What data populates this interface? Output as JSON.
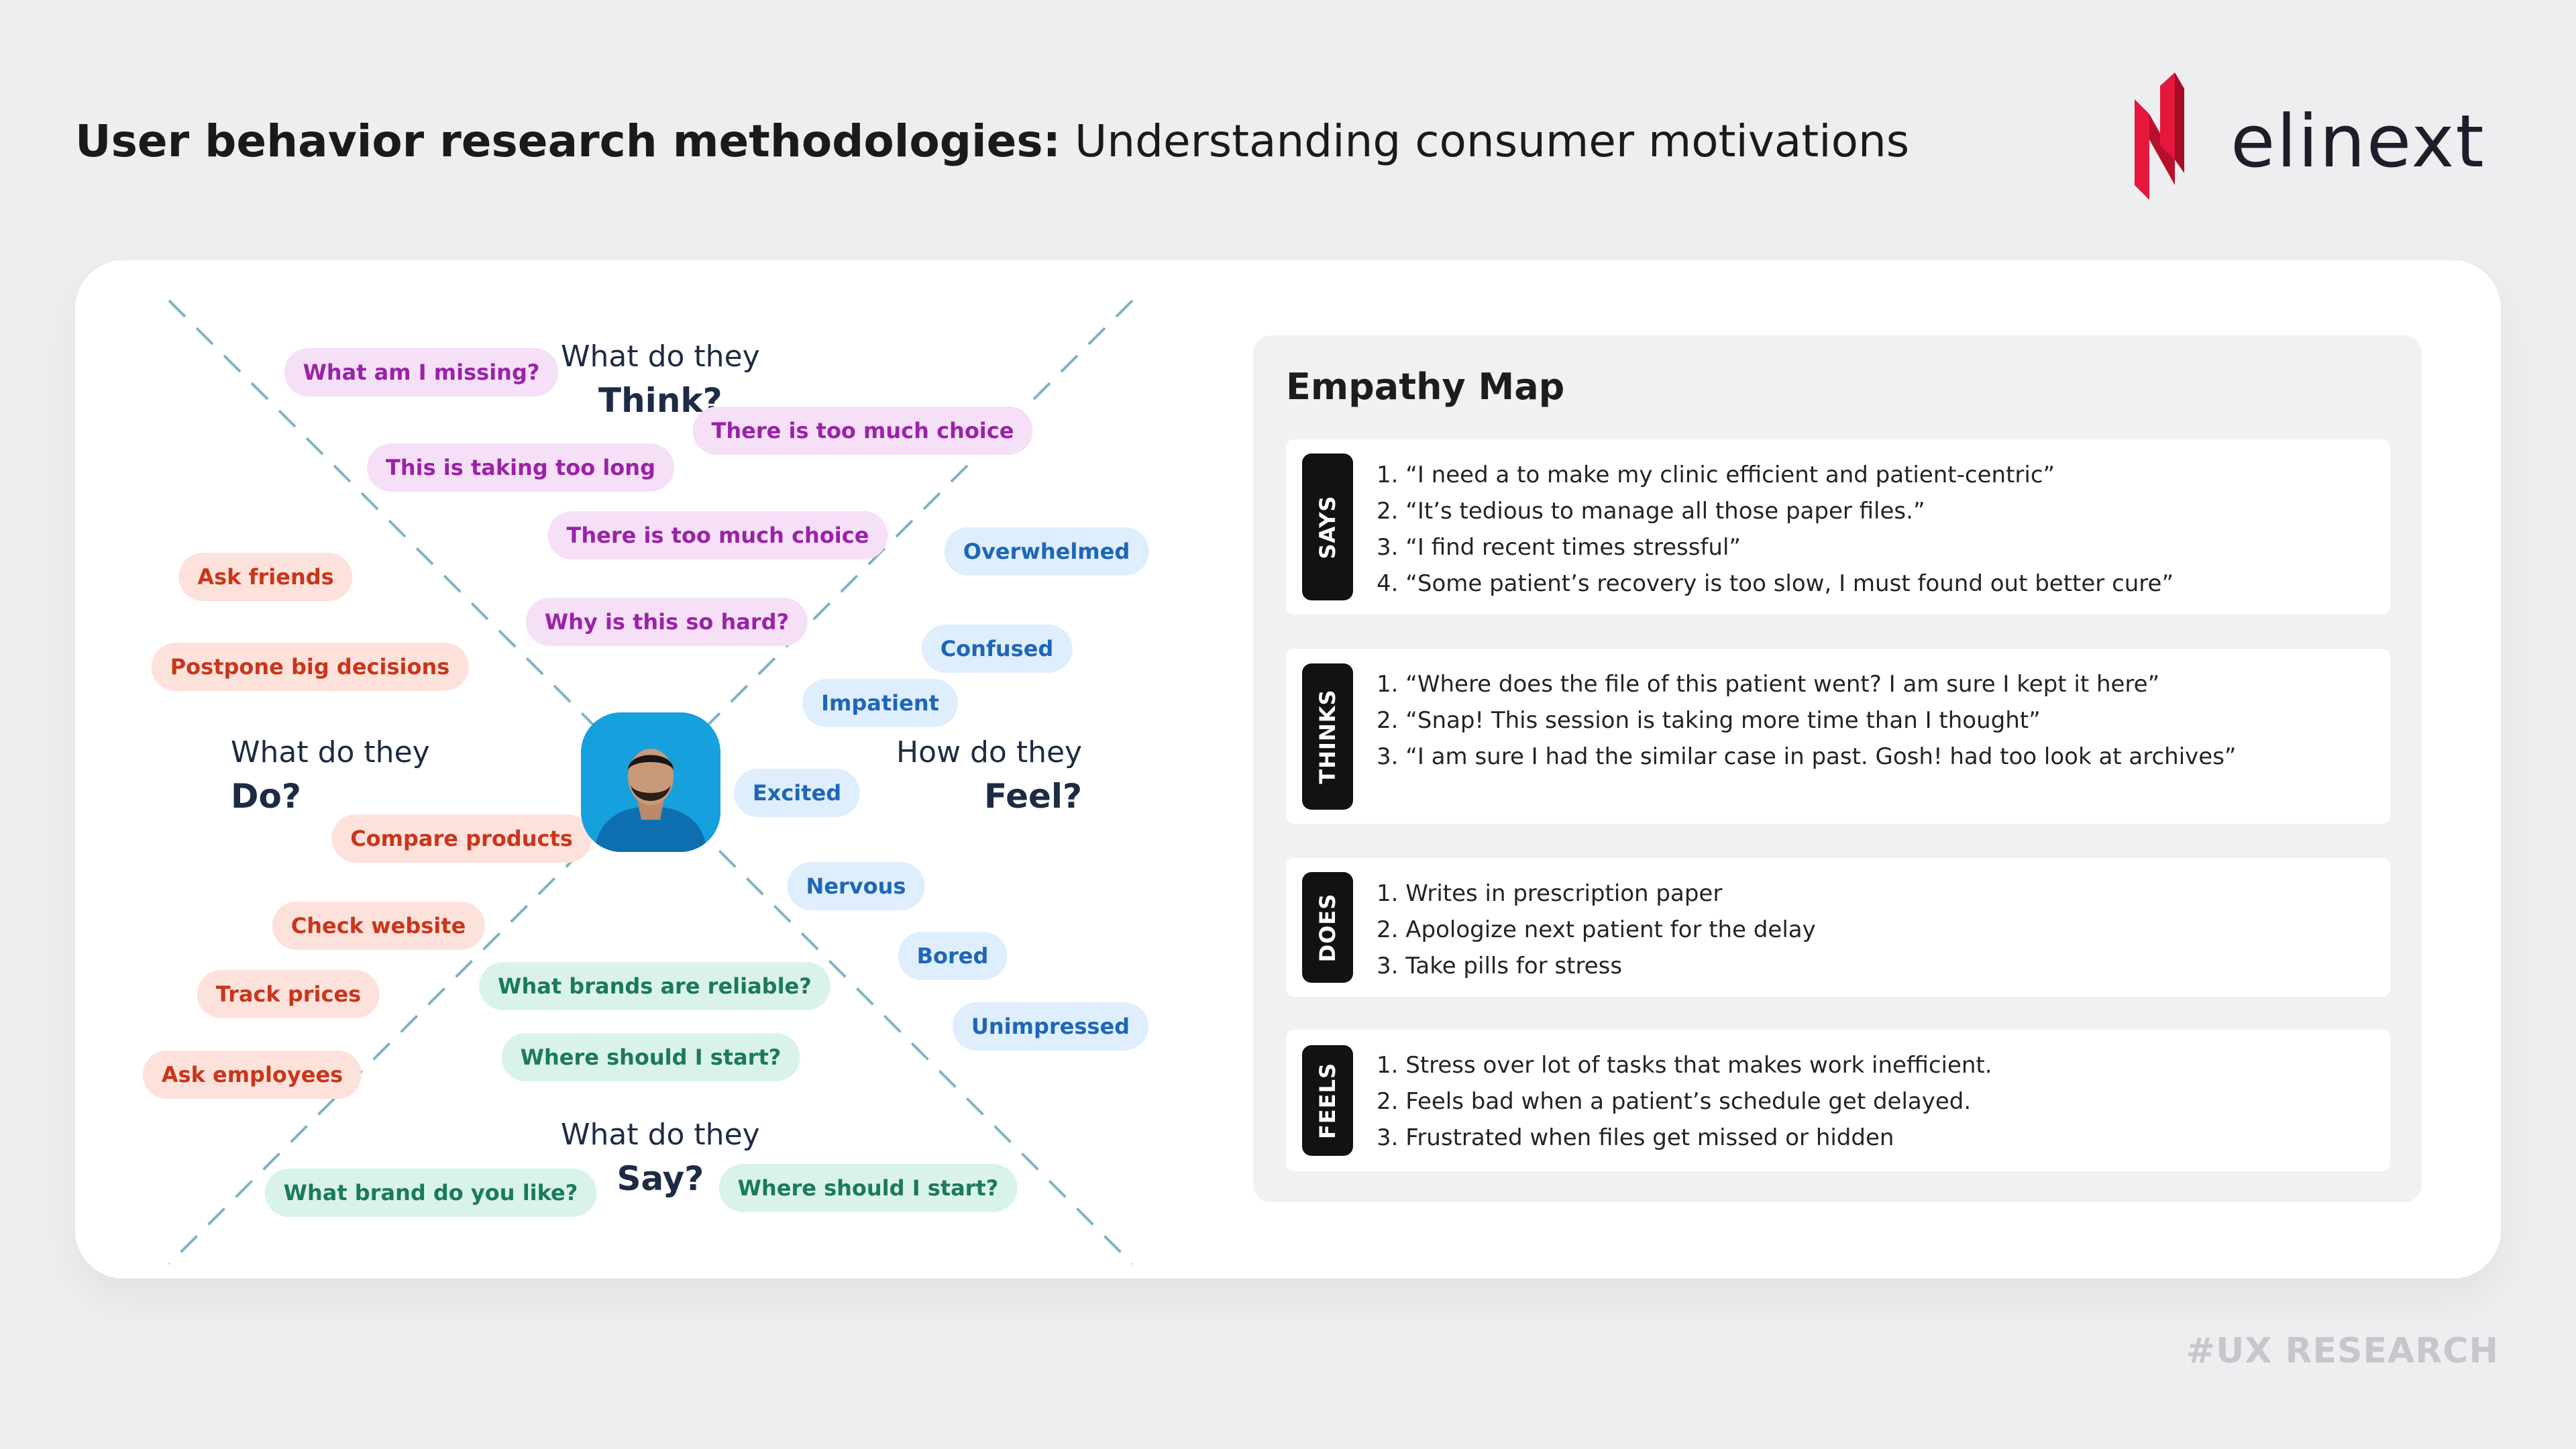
{
  "header": {
    "title_bold": "User behavior research methodologies:",
    "title_regular": "Understanding consumer motivations",
    "logo_text": "elinext"
  },
  "footer_tag": "#UX RESEARCH",
  "colors": {
    "brand_red": "#e5173c",
    "think_bg": "#f5e0f7",
    "think_text": "#9b22a8",
    "feel_bg": "#dfeefc",
    "feel_text": "#1e66b8",
    "do_bg": "#fde2dc",
    "do_text": "#c9361b",
    "say_bg": "#daf3ea",
    "say_text": "#1b7a5c"
  },
  "diagram": {
    "avatar": "person-avatar",
    "think": {
      "prefix": "What do they",
      "word": "Think?",
      "items": [
        "What am I missing?",
        "There is too much choice",
        "This is taking too long",
        "There is too much choice",
        "Why is this so hard?"
      ]
    },
    "feel": {
      "prefix": "How do they",
      "word": "Feel?",
      "items": [
        "Overwhelmed",
        "Confused",
        "Impatient",
        "Excited",
        "Nervous",
        "Bored",
        "Unimpressed"
      ]
    },
    "do": {
      "prefix": "What do they",
      "word": "Do?",
      "items": [
        "Ask friends",
        "Postpone big decisions",
        "Compare products",
        "Check website",
        "Track prices",
        "Ask employees"
      ]
    },
    "say": {
      "prefix": "What do they",
      "word": "Say?",
      "items": [
        "What brands are reliable?",
        "Where should I start?",
        "What brand do you like?",
        "Where should I start?"
      ]
    }
  },
  "empathy_map": {
    "title": "Empathy Map",
    "sections": [
      {
        "label": "SAYS",
        "items": [
          "1. “I need a to make my clinic efficient and patient-centric”",
          "2. “It’s tedious to manage all those paper files.”",
          "3. “I find recent times stressful”",
          "4. “Some patient’s recovery is too slow, I must found out better cure”"
        ]
      },
      {
        "label": "THINKS",
        "items": [
          "1. “Where does the file of this patient went? I am sure I kept it here”",
          "2. “Snap! This session is taking more time than I thought”",
          "3. “I am sure I had the similar case in past. Gosh! had too look at archives”"
        ]
      },
      {
        "label": "DOES",
        "items": [
          "1. Writes in prescription paper",
          "2. Apologize next patient for the delay",
          "3. Take pills for stress"
        ]
      },
      {
        "label": "FEELS",
        "items": [
          "1. Stress over lot of tasks that makes work inefficient.",
          "2. Feels bad when a patient’s schedule get delayed.",
          "3. Frustrated when files get missed or hidden"
        ]
      }
    ]
  }
}
